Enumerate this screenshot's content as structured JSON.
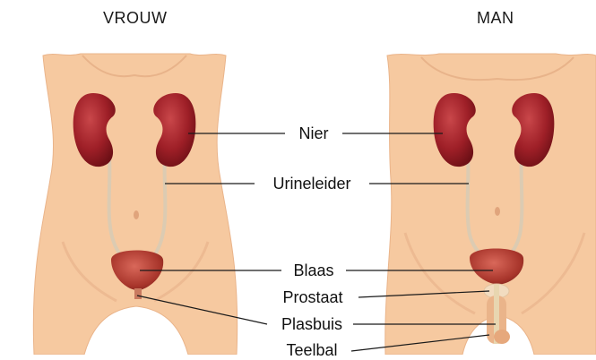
{
  "headings": {
    "female": "VROUW",
    "male": "MAN"
  },
  "labels": {
    "kidney": "Nier",
    "ureter": "Urineleider",
    "bladder": "Blaas",
    "prostate": "Prostaat",
    "urethra": "Plasbuis",
    "testicle": "Teelbal"
  },
  "colors": {
    "skin": "#f6c9a0",
    "skin_shade": "#eab48a",
    "kidney": "#a8232a",
    "bladder": "#b43a2e",
    "ureter": "#e8dcc8",
    "line": "#1a1a1a"
  }
}
